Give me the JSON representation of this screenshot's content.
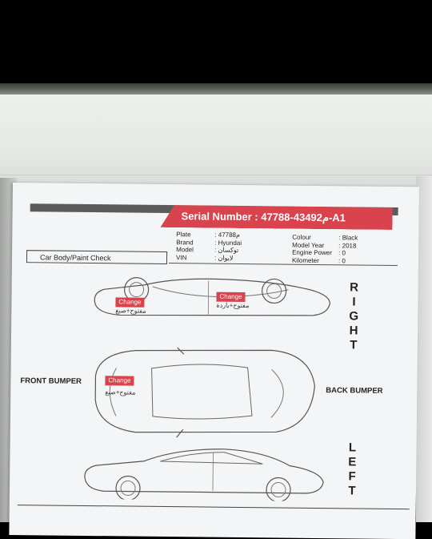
{
  "serial": {
    "label": "Serial Number :",
    "value": "م43492-47788-A1"
  },
  "vehicle_info": {
    "left": [
      {
        "key": "Plate",
        "value": ": م47788"
      },
      {
        "key": "Brand",
        "value": ": Hyundai"
      },
      {
        "key": "Model",
        "value": ": توكسان"
      },
      {
        "key": "VIN",
        "value": ": لايوان"
      }
    ],
    "right": [
      {
        "key": "Colour",
        "value": ": Black"
      },
      {
        "key": "Model Year",
        "value": ": 2018"
      },
      {
        "key": "Engine Power",
        "value": ": 0"
      },
      {
        "key": "Kilometer",
        "value": ": 0"
      }
    ]
  },
  "section_title": "Car Body/Paint Check",
  "sides": {
    "right": [
      "R",
      "I",
      "G",
      "H",
      "T"
    ],
    "left": [
      "L",
      "E",
      "F",
      "T"
    ],
    "front": "FRONT BUMPER",
    "back": "BACK BUMPER"
  },
  "marks": [
    {
      "badge": "Change",
      "note": "مفتوح+صبغ"
    },
    {
      "badge": "Change",
      "note": "مفتوح+باردة"
    },
    {
      "badge": "Change",
      "note": "مفتوح+صبغ"
    }
  ],
  "colors": {
    "accent": "#d9434d",
    "header": "#5c5c5c"
  }
}
